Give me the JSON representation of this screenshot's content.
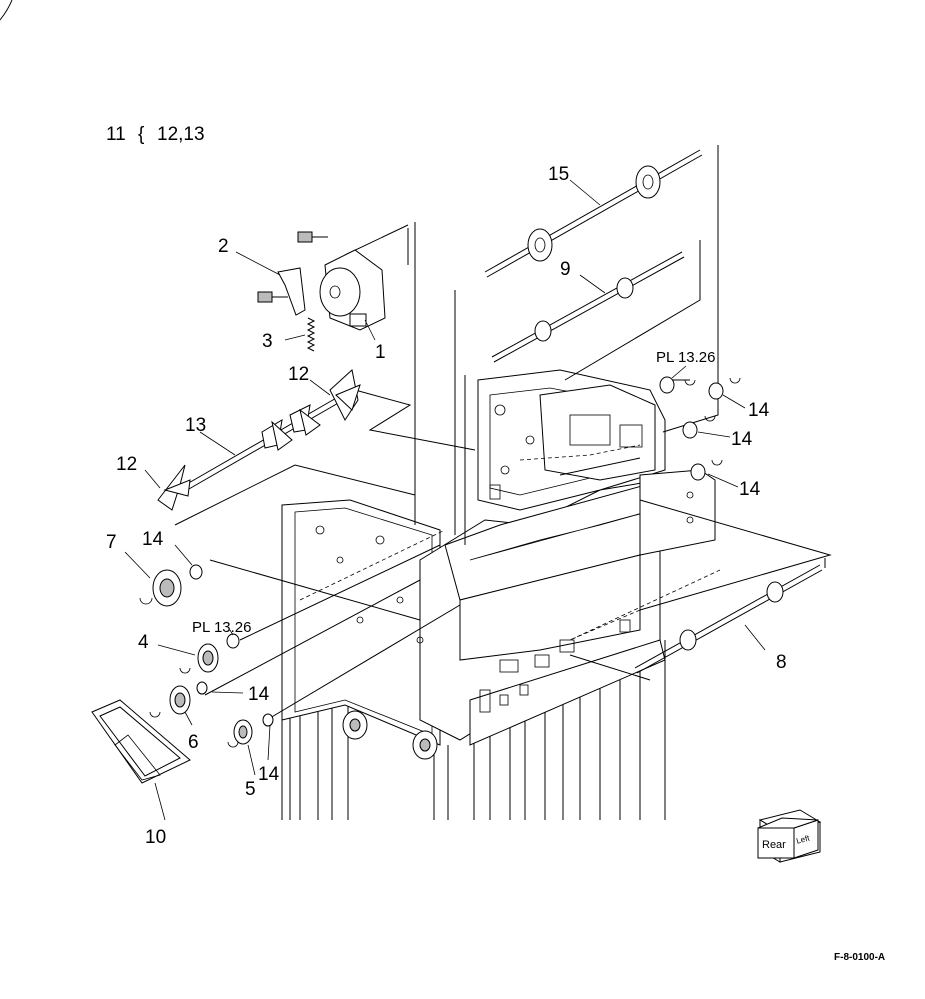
{
  "assembly_header": {
    "parent": "11",
    "brace": "{",
    "children": "12,13"
  },
  "callouts": [
    {
      "id": "c1",
      "label": "1"
    },
    {
      "id": "c2",
      "label": "2"
    },
    {
      "id": "c3",
      "label": "3"
    },
    {
      "id": "c4",
      "label": "4"
    },
    {
      "id": "c5",
      "label": "5"
    },
    {
      "id": "c6",
      "label": "6"
    },
    {
      "id": "c7",
      "label": "7"
    },
    {
      "id": "c8",
      "label": "8"
    },
    {
      "id": "c9",
      "label": "9"
    },
    {
      "id": "c10",
      "label": "10"
    },
    {
      "id": "c12a",
      "label": "12"
    },
    {
      "id": "c12b",
      "label": "12"
    },
    {
      "id": "c13",
      "label": "13"
    },
    {
      "id": "c14a",
      "label": "14"
    },
    {
      "id": "c14b",
      "label": "14"
    },
    {
      "id": "c14c",
      "label": "14"
    },
    {
      "id": "c14d",
      "label": "14"
    },
    {
      "id": "c14e",
      "label": "14"
    },
    {
      "id": "c14f",
      "label": "14"
    },
    {
      "id": "c15",
      "label": "15"
    }
  ],
  "references": [
    {
      "id": "ref-top",
      "label": "PL 13.26"
    },
    {
      "id": "ref-left",
      "label": "PL 13.26"
    }
  ],
  "orientation_cube": {
    "rear": "Rear",
    "left": "Left"
  },
  "figure_id": "F-8-0100-A"
}
